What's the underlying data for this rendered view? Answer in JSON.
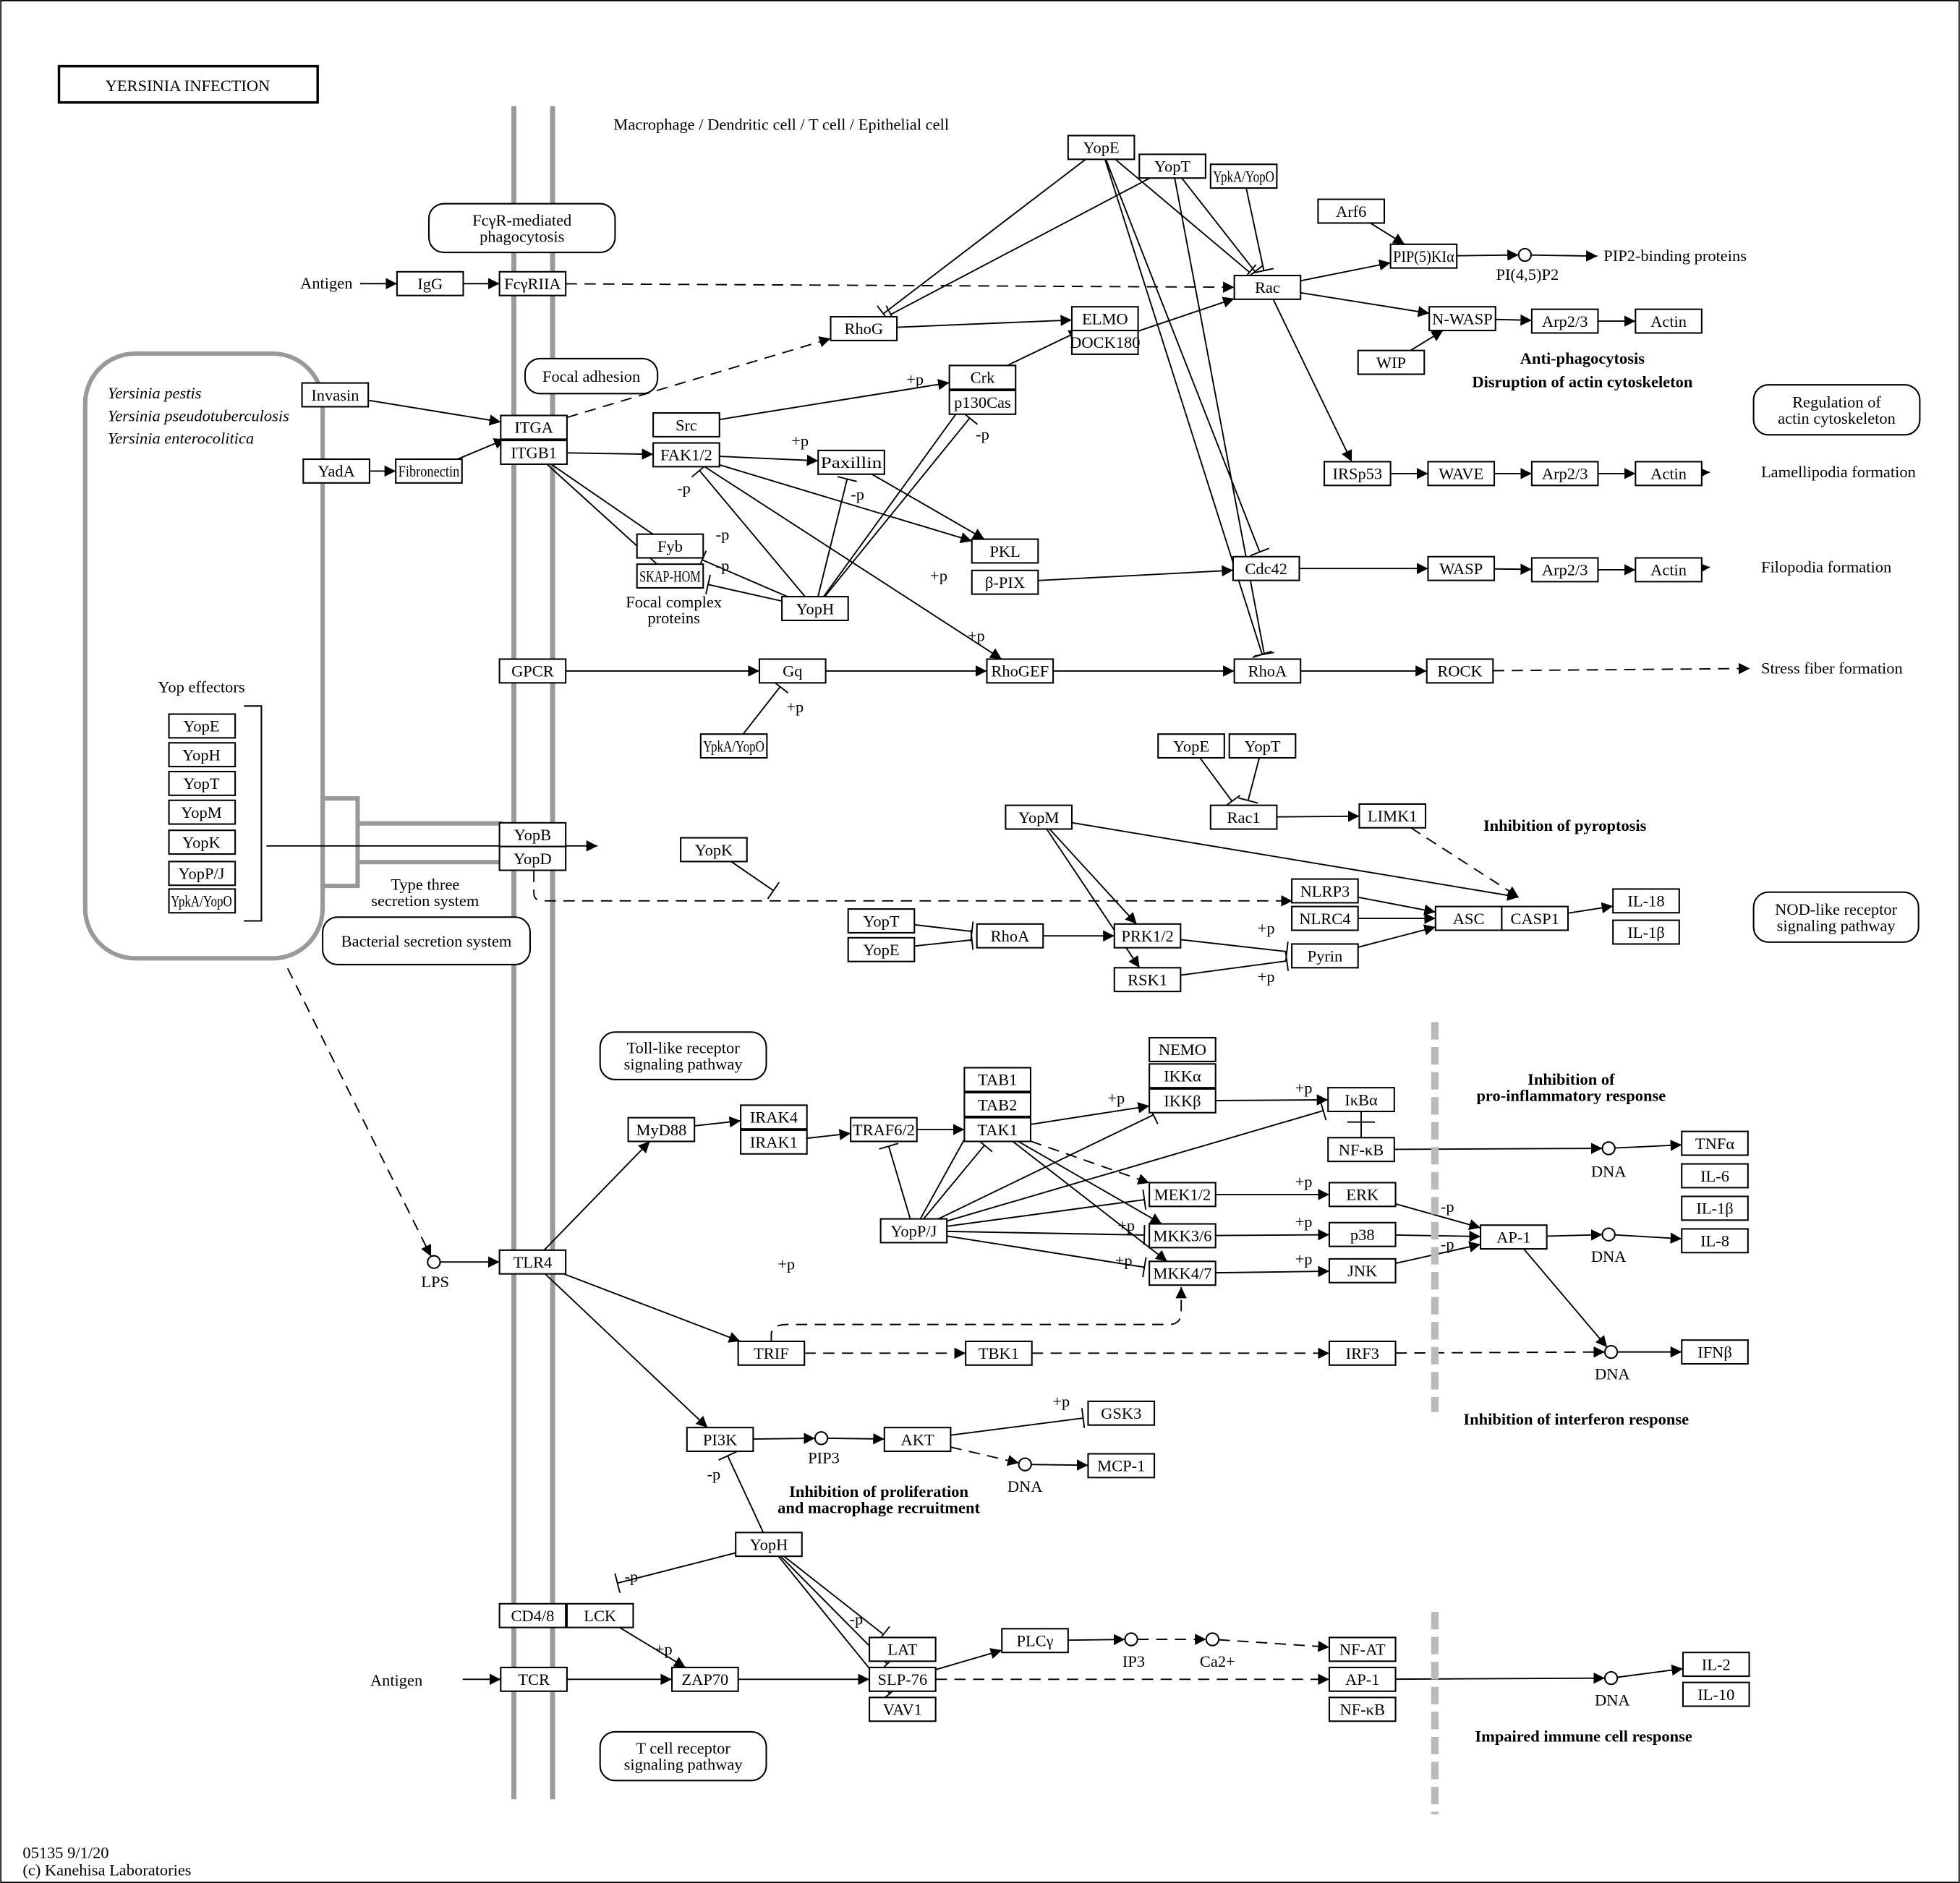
{
  "title": "YERSINIA INFECTION",
  "cell_types": "Macrophage / Dendritic cell / T cell / Epithelial cell",
  "footer": {
    "id_date": "05135 9/1/20",
    "copyright": "(c) Kanehisa Laboratories"
  },
  "species": [
    "Yersinia pestis",
    "Yersinia pseudotuberculosis",
    "Yersinia enterocolitica"
  ],
  "yop_effectors": {
    "label": "Yop effectors",
    "items": [
      "YopE",
      "YopH",
      "YopT",
      "YopM",
      "YopK",
      "YopP/J",
      "YpkA/YopO"
    ]
  },
  "pathway_links": {
    "fcgr": "FcγR-mediated phagocytosis",
    "focal": "Focal adhesion",
    "actin": "Regulation of actin cytoskeleton",
    "bss": "Bacterial secretion system",
    "nod": "NOD-like receptor signaling pathway",
    "tlr": "Toll-like receptor signaling pathway",
    "tcr": "T cell receptor signaling pathway"
  },
  "nodes": {
    "igg": "IgG",
    "fcgr": "FcγRIIA",
    "invasin": "Invasin",
    "yada": "YadA",
    "fibro": "Fibronectin",
    "itga": "ITGA",
    "itgb1": "ITGB1",
    "src": "Src",
    "fak": "FAK1/2",
    "paxillin": "Paxillin",
    "crk": "Crk",
    "p130": "p130Cas",
    "elmo": "ELMO",
    "dock": "DOCK180",
    "rhog": "RhoG",
    "yope1": "YopE",
    "yopt1": "YopT",
    "ypka1": "YpkA/YopO",
    "arf6": "Arf6",
    "pip5k": "PIP(5)KIα",
    "rac": "Rac",
    "nwasp": "N-WASP",
    "arp1": "Arp2/3",
    "actin1": "Actin",
    "wip": "WIP",
    "irsp53": "IRSp53",
    "wave": "WAVE",
    "arp2": "Arp2/3",
    "actin2": "Actin",
    "fyb": "Fyb",
    "skap": "SKAP-HOM",
    "pkl": "PKL",
    "bpix": "β-PIX",
    "yoph1": "YopH",
    "cdc42": "Cdc42",
    "wasp": "WASP",
    "arp3": "Arp2/3",
    "actin3": "Actin",
    "gpcr": "GPCR",
    "gq": "Gq",
    "rhogef": "RhoGEF",
    "rhoa1": "RhoA",
    "rock": "ROCK",
    "ypka2": "YpkA/YopO",
    "yopb": "YopB",
    "yopd": "YopD",
    "yope3": "YopE",
    "yopt3": "YopT",
    "rac1": "Rac1",
    "limk1": "LIMK1",
    "yopm": "YopM",
    "yopk": "YopK",
    "nlrp3": "NLRP3",
    "nlrc4": "NLRC4",
    "asc": "ASC",
    "casp1": "CASP1",
    "il18": "IL-18",
    "il1b1": "IL-1β",
    "yopt4": "YopT",
    "yope4": "YopE",
    "rhoa2": "RhoA",
    "prk": "PRK1/2",
    "rsk1": "RSK1",
    "pyrin": "Pyrin",
    "nemo": "NEMO",
    "ikka": "IKKα",
    "ikkb": "IKKβ",
    "ikba": "IκBα",
    "nfkb1": "NF-κB",
    "tab1": "TAB1",
    "tab2": "TAB2",
    "tak1": "TAK1",
    "myd88": "MyD88",
    "irak4": "IRAK4",
    "irak1": "IRAK1",
    "traf": "TRAF6/2",
    "yopj": "YopP/J",
    "mek": "MEK1/2",
    "mkk36": "MKK3/6",
    "mkk47": "MKK4/7",
    "erk": "ERK",
    "p38": "p38",
    "jnk": "JNK",
    "ap1a": "AP-1",
    "tnf": "TNFα",
    "il6": "IL-6",
    "il1b2": "IL-1β",
    "il8": "IL-8",
    "ifnb": "IFNβ",
    "tlr4": "TLR4",
    "trif": "TRIF",
    "tbk1": "TBK1",
    "irf3": "IRF3",
    "pi3k": "PI3K",
    "akt": "AKT",
    "gsk3": "GSK3",
    "mcp1": "MCP-1",
    "yoph2": "YopH",
    "cd48": "CD4/8",
    "lck": "LCK",
    "tcr": "TCR",
    "zap70": "ZAP70",
    "lat": "LAT",
    "slp76": "SLP-76",
    "vav1": "VAV1",
    "plcg": "PLCγ",
    "nfat": "NF-AT",
    "ap1b": "AP-1",
    "nfkb2": "NF-κB",
    "il2": "IL-2",
    "il10": "IL-10"
  },
  "labels": {
    "antigen1": "Antigen",
    "antigen2": "Antigen",
    "pip2": "PI(4,5)P2",
    "pip2bp": "PIP2-binding proteins",
    "antiphago": "Anti-phagocytosis",
    "disrupt": "Disruption of actin cytoskeleton",
    "lamelli": "Lamellipodia formation",
    "filo": "Filopodia formation",
    "stress": "Stress fiber formation",
    "fcp1": "Focal complex",
    "fcp2": "proteins",
    "t3ss1": "Type three",
    "t3ss2": "secretion system",
    "pyro": "Inhibition of pyroptosis",
    "proinf1": "Inhibition of",
    "proinf2": "pro-inflammatory response",
    "ifn": "Inhibition of interferon response",
    "prolif1": "Inhibition of proliferation",
    "prolif2": "and macrophage recruitment",
    "impaired": "Impaired immune cell response",
    "lps": "LPS",
    "pip3": "PIP3",
    "ip3": "IP3",
    "ca": "Ca2+",
    "dna1": "DNA",
    "dna2": "DNA",
    "dna3": "DNA",
    "dna4": "DNA",
    "dna5": "DNA"
  },
  "modifications": [
    "+p",
    "+p",
    "-p",
    "-p",
    "-p",
    "-p",
    "+p",
    "-p",
    "+p",
    "+p",
    "+p",
    "+p",
    "+p",
    "+p",
    "+p",
    "+p",
    "+p",
    "+p",
    "+p",
    "+p",
    "-p",
    "-p",
    "+p",
    "-p",
    "-p",
    "-p",
    "+p"
  ]
}
